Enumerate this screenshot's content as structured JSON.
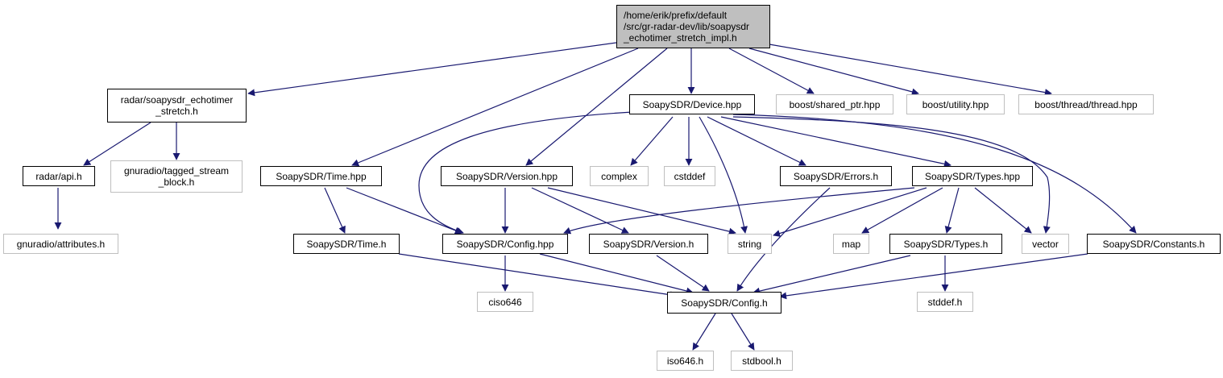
{
  "colors": {
    "edge": "#191970",
    "root_fill": "#bfbfbf",
    "border": "#000000",
    "external_border": "#bfbfbf"
  },
  "nodes": {
    "root": "/home/erik/prefix/default\n/src/gr-radar-dev/lib/soapysdr\n_echotimer_stretch_impl.h",
    "echotimer_stretch": "radar/soapysdr_echotimer\n_stretch.h",
    "device_hpp": "SoapySDR/Device.hpp",
    "shared_ptr": "boost/shared_ptr.hpp",
    "utility": "boost/utility.hpp",
    "thread": "boost/thread/thread.hpp",
    "api_h": "radar/api.h",
    "tagged_stream": "gnuradio/tagged_stream\n_block.h",
    "time_hpp": "SoapySDR/Time.hpp",
    "version_hpp": "SoapySDR/Version.hpp",
    "complex": "complex",
    "cstddef": "cstddef",
    "errors_h": "SoapySDR/Errors.h",
    "types_hpp": "SoapySDR/Types.hpp",
    "attributes": "gnuradio/attributes.h",
    "time_h": "SoapySDR/Time.h",
    "config_hpp": "SoapySDR/Config.hpp",
    "version_h": "SoapySDR/Version.h",
    "string": "string",
    "map": "map",
    "types_h": "SoapySDR/Types.h",
    "vector": "vector",
    "constants_h": "SoapySDR/Constants.h",
    "ciso646": "ciso646",
    "config_h": "SoapySDR/Config.h",
    "stddef": "stddef.h",
    "iso646": "iso646.h",
    "stdbool": "stdbool.h"
  }
}
